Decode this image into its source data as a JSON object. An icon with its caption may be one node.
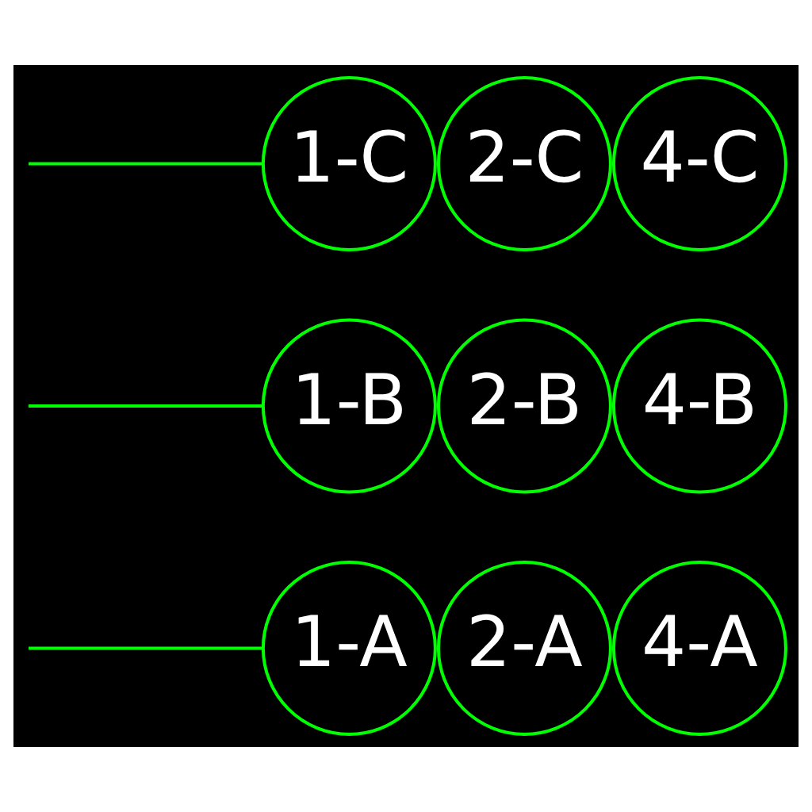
{
  "diagram": {
    "nodes": [
      {
        "text": [
          "1-C"
        ]
      },
      {
        "text": [
          "2-C"
        ]
      },
      {
        "text": [
          "4-C"
        ]
      },
      {
        "text": [
          "1-B"
        ]
      },
      {
        "text": [
          "2-B"
        ]
      },
      {
        "text": [
          "4-B"
        ]
      },
      {
        "text": [
          "1-A"
        ]
      },
      {
        "text": [
          "2-A"
        ]
      },
      {
        "text": [
          "4-A"
        ]
      }
    ],
    "edges": [
      {
        "from": null,
        "to": 0,
        "arrow": "none"
      },
      {
        "from": null,
        "to": 3,
        "arrow": "none"
      },
      {
        "from": null,
        "to": 6,
        "arrow": "none"
      }
    ]
  }
}
